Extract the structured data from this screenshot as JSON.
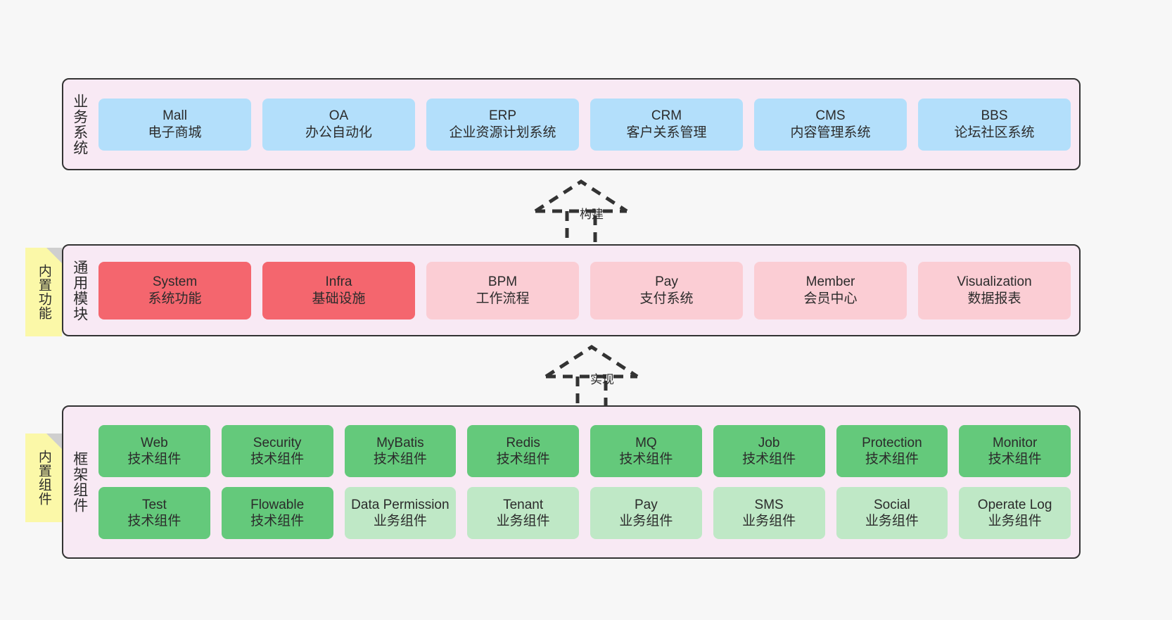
{
  "diagram": {
    "title_layers": {
      "business": "业务系统",
      "modules": "通用模块",
      "framework": "框架组件"
    },
    "notes": [
      {
        "name": "builtin-function",
        "text": "内置功能"
      },
      {
        "name": "builtin-component",
        "text": "内置组件"
      }
    ],
    "arrows": [
      {
        "name": "build-arrow",
        "label": "构建"
      },
      {
        "name": "realize-arrow",
        "label": "实现"
      }
    ],
    "colors": {
      "container_bg": "#f8e9f4",
      "container_border": "#333333",
      "blue_card": "#b3dffb",
      "red_card": "#f4666e",
      "pink_card": "#fbcdd4",
      "green_card": "#64c97b",
      "light_green_card": "#bfe8c6",
      "note_bg": "#fbf8a8",
      "note_fold": "#cfcfcf",
      "page_bg": "#f7f7f7"
    }
  },
  "business_systems": [
    {
      "en": "Mall",
      "cn": "电子商城"
    },
    {
      "en": "OA",
      "cn": "办公自动化"
    },
    {
      "en": "ERP",
      "cn": "企业资源计划系统"
    },
    {
      "en": "CRM",
      "cn": "客户关系管理"
    },
    {
      "en": "CMS",
      "cn": "内容管理系统"
    },
    {
      "en": "BBS",
      "cn": "论坛社区系统"
    }
  ],
  "common_modules": [
    {
      "en": "System",
      "cn": "系统功能",
      "style": "red"
    },
    {
      "en": "Infra",
      "cn": "基础设施",
      "style": "red"
    },
    {
      "en": "BPM",
      "cn": "工作流程",
      "style": "pink"
    },
    {
      "en": "Pay",
      "cn": "支付系统",
      "style": "pink"
    },
    {
      "en": "Member",
      "cn": "会员中心",
      "style": "pink"
    },
    {
      "en": "Visualization",
      "cn": "数据报表",
      "style": "pink"
    }
  ],
  "framework_components_row1": [
    {
      "en": "Web",
      "cn": "技术组件",
      "style": "green"
    },
    {
      "en": "Security",
      "cn": "技术组件",
      "style": "green"
    },
    {
      "en": "MyBatis",
      "cn": "技术组件",
      "style": "green"
    },
    {
      "en": "Redis",
      "cn": "技术组件",
      "style": "green"
    },
    {
      "en": "MQ",
      "cn": "技术组件",
      "style": "green"
    },
    {
      "en": "Job",
      "cn": "技术组件",
      "style": "green"
    },
    {
      "en": "Protection",
      "cn": "技术组件",
      "style": "green"
    },
    {
      "en": "Monitor",
      "cn": "技术组件",
      "style": "green"
    }
  ],
  "framework_components_row2": [
    {
      "en": "Test",
      "cn": "技术组件",
      "style": "green"
    },
    {
      "en": "Flowable",
      "cn": "技术组件",
      "style": "green"
    },
    {
      "en": "Data Permission",
      "cn": "业务组件",
      "style": "greenlight"
    },
    {
      "en": "Tenant",
      "cn": "业务组件",
      "style": "greenlight"
    },
    {
      "en": "Pay",
      "cn": "业务组件",
      "style": "greenlight"
    },
    {
      "en": "SMS",
      "cn": "业务组件",
      "style": "greenlight"
    },
    {
      "en": "Social",
      "cn": "业务组件",
      "style": "greenlight"
    },
    {
      "en": "Operate Log",
      "cn": "业务组件",
      "style": "greenlight"
    }
  ]
}
